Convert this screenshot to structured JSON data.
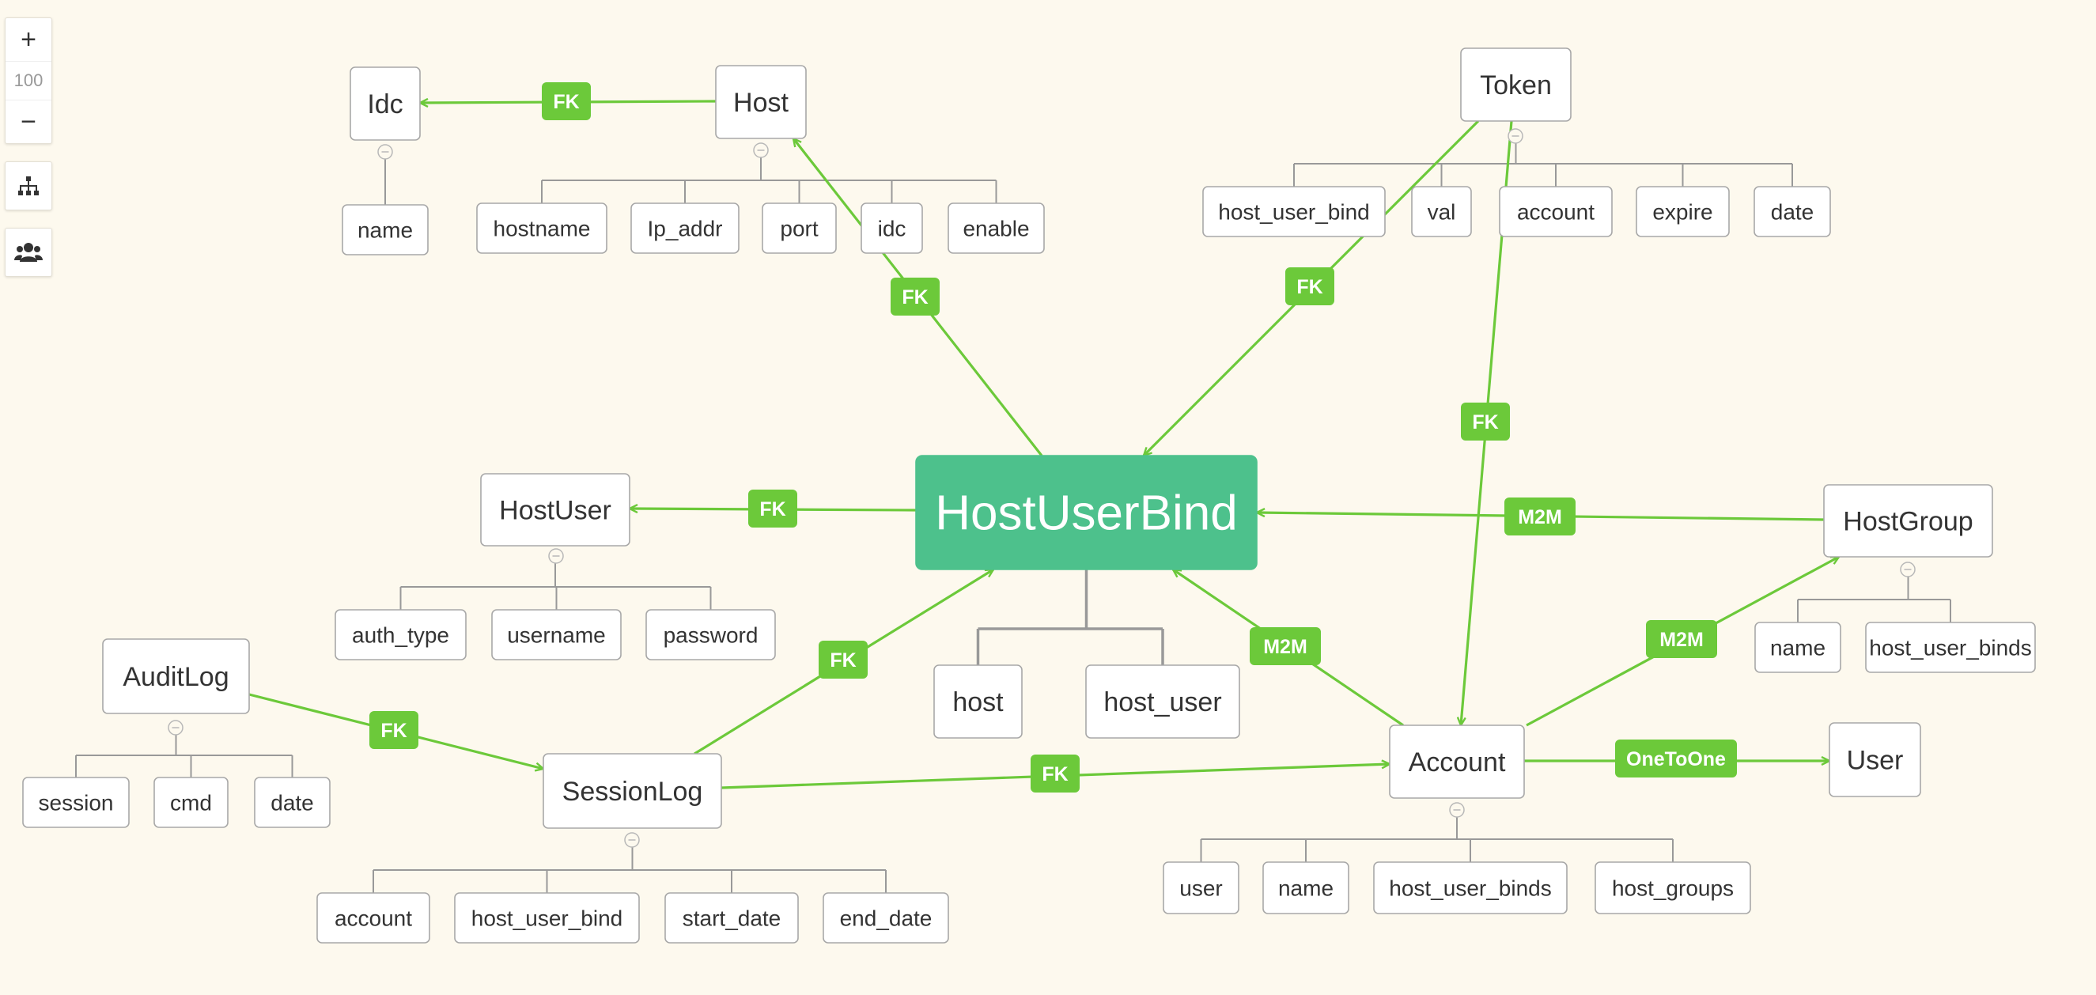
{
  "toolbar": {
    "zoom_in_label": "+",
    "zoom_level": "100",
    "zoom_out_label": "−",
    "icons": [
      "zoom-in-icon",
      "zoom-out-icon",
      "tree-layout-icon",
      "users-icon"
    ]
  },
  "colors": {
    "background": "#fdf9ee",
    "center_node": "#4dc18c",
    "link": "#6cc93a",
    "node_border": "#a8a8a8",
    "tree_line": "#999999"
  },
  "center": {
    "label": "HostUserBind",
    "fields": [
      "host",
      "host_user"
    ]
  },
  "entities": [
    {
      "id": "idc",
      "label": "Idc",
      "fields": [
        "name"
      ]
    },
    {
      "id": "host",
      "label": "Host",
      "fields": [
        "hostname",
        "Ip_addr",
        "port",
        "idc",
        "enable"
      ]
    },
    {
      "id": "token",
      "label": "Token",
      "fields": [
        "host_user_bind",
        "val",
        "account",
        "expire",
        "date"
      ]
    },
    {
      "id": "hostuser",
      "label": "HostUser",
      "fields": [
        "auth_type",
        "username",
        "password"
      ]
    },
    {
      "id": "hostgroup",
      "label": "HostGroup",
      "fields": [
        "name",
        "host_user_binds"
      ]
    },
    {
      "id": "auditlog",
      "label": "AuditLog",
      "fields": [
        "session",
        "cmd",
        "date"
      ]
    },
    {
      "id": "sessionlog",
      "label": "SessionLog",
      "fields": [
        "account",
        "host_user_bind",
        "start_date",
        "end_date"
      ]
    },
    {
      "id": "account",
      "label": "Account",
      "fields": [
        "user",
        "name",
        "host_user_binds",
        "host_groups"
      ]
    },
    {
      "id": "user",
      "label": "User",
      "fields": []
    }
  ],
  "relations": [
    {
      "from": "host",
      "to": "idc",
      "label": "FK"
    },
    {
      "from": "center",
      "to": "host",
      "label": "FK"
    },
    {
      "from": "token",
      "to": "center",
      "label": "FK"
    },
    {
      "from": "token",
      "to": "account",
      "label": "FK"
    },
    {
      "from": "center",
      "to": "hostuser",
      "label": "FK"
    },
    {
      "from": "hostgroup",
      "to": "center",
      "label": "M2M"
    },
    {
      "from": "sessionlog",
      "to": "center",
      "label": "FK"
    },
    {
      "from": "account",
      "to": "center",
      "label": "M2M"
    },
    {
      "from": "account",
      "to": "hostgroup",
      "label": "M2M"
    },
    {
      "from": "auditlog",
      "to": "sessionlog",
      "label": "FK"
    },
    {
      "from": "sessionlog",
      "to": "account",
      "label": "FK"
    },
    {
      "from": "account",
      "to": "user",
      "label": "OneToOne"
    }
  ]
}
